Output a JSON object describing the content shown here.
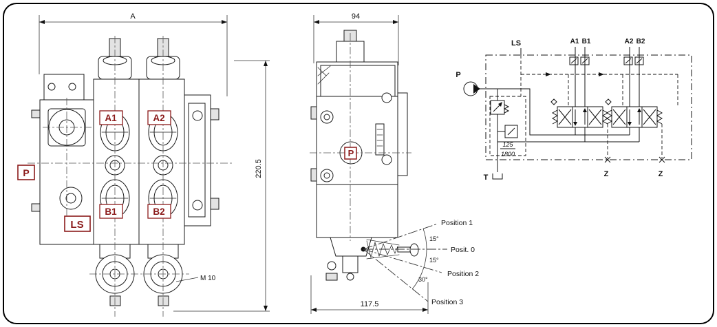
{
  "colors": {
    "label_red": "#8B1A1A",
    "line": "#1a1a1a",
    "background": "#ffffff"
  },
  "front_view": {
    "dim_width": "A",
    "dim_height": "220.5",
    "thread_callout": "M 10",
    "ports": {
      "p": "P",
      "ls": "LS",
      "a1": "A1",
      "a2": "A2",
      "b1": "B1",
      "b2": "B2"
    }
  },
  "side_view": {
    "dim_depth": "94",
    "dim_overall": "117.5",
    "port_p": "P",
    "lever": {
      "position1": "Position 1",
      "position0": "Posit. 0",
      "position2": "Position 2",
      "position3": "Position 3",
      "angle_up": "15°",
      "angle_mid": "15°",
      "angle_low": "30°"
    }
  },
  "schematic": {
    "pump_label": "P",
    "tank_label": "T",
    "ls_label": "LS",
    "work_ports": {
      "a1": "A1",
      "b1": "B1",
      "a2": "A2",
      "b2": "B2"
    },
    "drain_left": "Z",
    "drain_right": "Z",
    "relief_setting_bar": "125",
    "relief_setting_psi": "1800"
  }
}
